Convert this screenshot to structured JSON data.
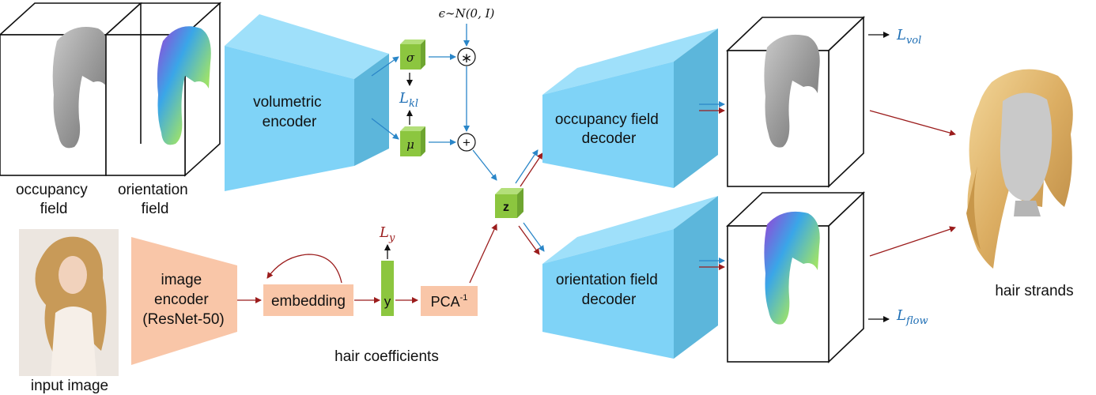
{
  "labels": {
    "occupancy_field": [
      "occupancy",
      "field"
    ],
    "orientation_field": [
      "orientation",
      "field"
    ],
    "volumetric_encoder": [
      "volumetric",
      "encoder"
    ],
    "sigma": "σ",
    "mu": "μ",
    "noise": "ϵ∼N(0, I)",
    "multiply": "∗",
    "add": "+",
    "z": "z",
    "occupancy_decoder": [
      "occupancy field",
      "decoder"
    ],
    "orientation_decoder": [
      "orientation field",
      "decoder"
    ],
    "image_encoder": [
      "image",
      "encoder",
      "(ResNet-50)"
    ],
    "embedding": "embedding",
    "y": "y",
    "pca": "PCA",
    "pca_sup": "-1",
    "hair_coefficients": "hair coefficients",
    "input_image": "input image",
    "hair_strands": "hair strands"
  },
  "losses": {
    "kl": {
      "main": "L",
      "sub": "kl"
    },
    "y": {
      "main": "L",
      "sub": "y"
    },
    "vol": {
      "main": "L",
      "sub": "vol"
    },
    "flow": {
      "main": "L",
      "sub": "flow"
    }
  },
  "colors": {
    "encoder_blue": "#7fd3f7",
    "encoder_blue_side": "#5cb6db",
    "latent_green": "#8cc63f",
    "image_encoder_orange": "#f9c6a8",
    "blue_arrow": "#2a86c8",
    "red_arrow": "#9b1c1c",
    "loss_blue": "#1f6fb5",
    "loss_red": "#9b1c1c"
  }
}
